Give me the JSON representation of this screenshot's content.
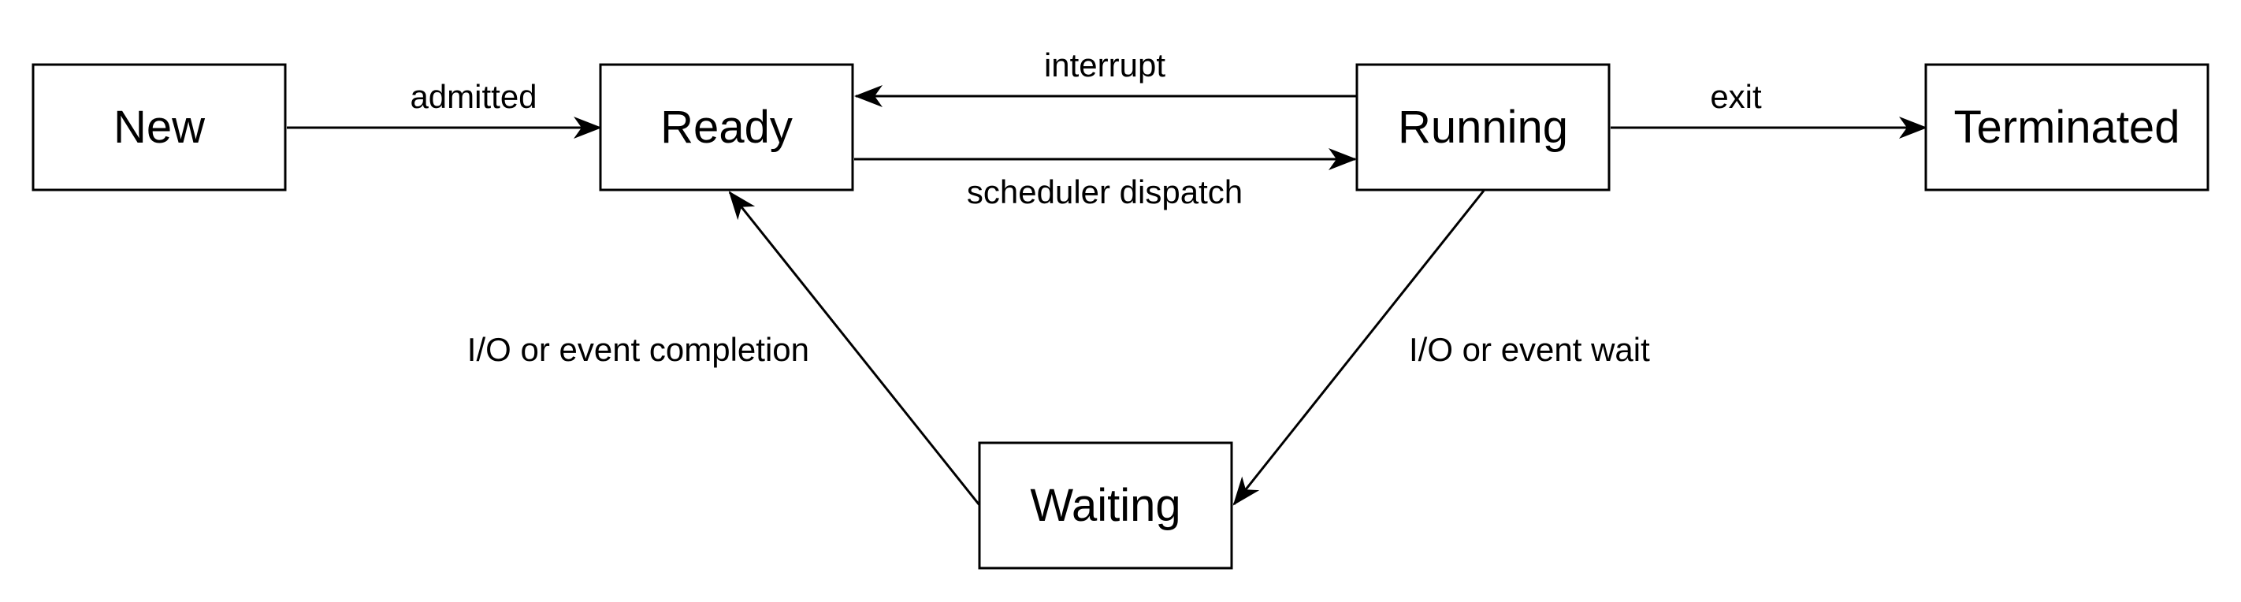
{
  "diagram": {
    "states": {
      "new": "New",
      "ready": "Ready",
      "running": "Running",
      "terminated": "Terminated",
      "waiting": "Waiting"
    },
    "transitions": {
      "admitted": "admitted",
      "interrupt": "interrupt",
      "scheduler_dispatch": "scheduler dispatch",
      "exit": "exit",
      "io_event_wait": "I/O or event wait",
      "io_event_completion": "I/O or event completion"
    }
  },
  "colors": {
    "line": "#000000",
    "box_fill": "#ffffff",
    "background": "#ffffff"
  }
}
